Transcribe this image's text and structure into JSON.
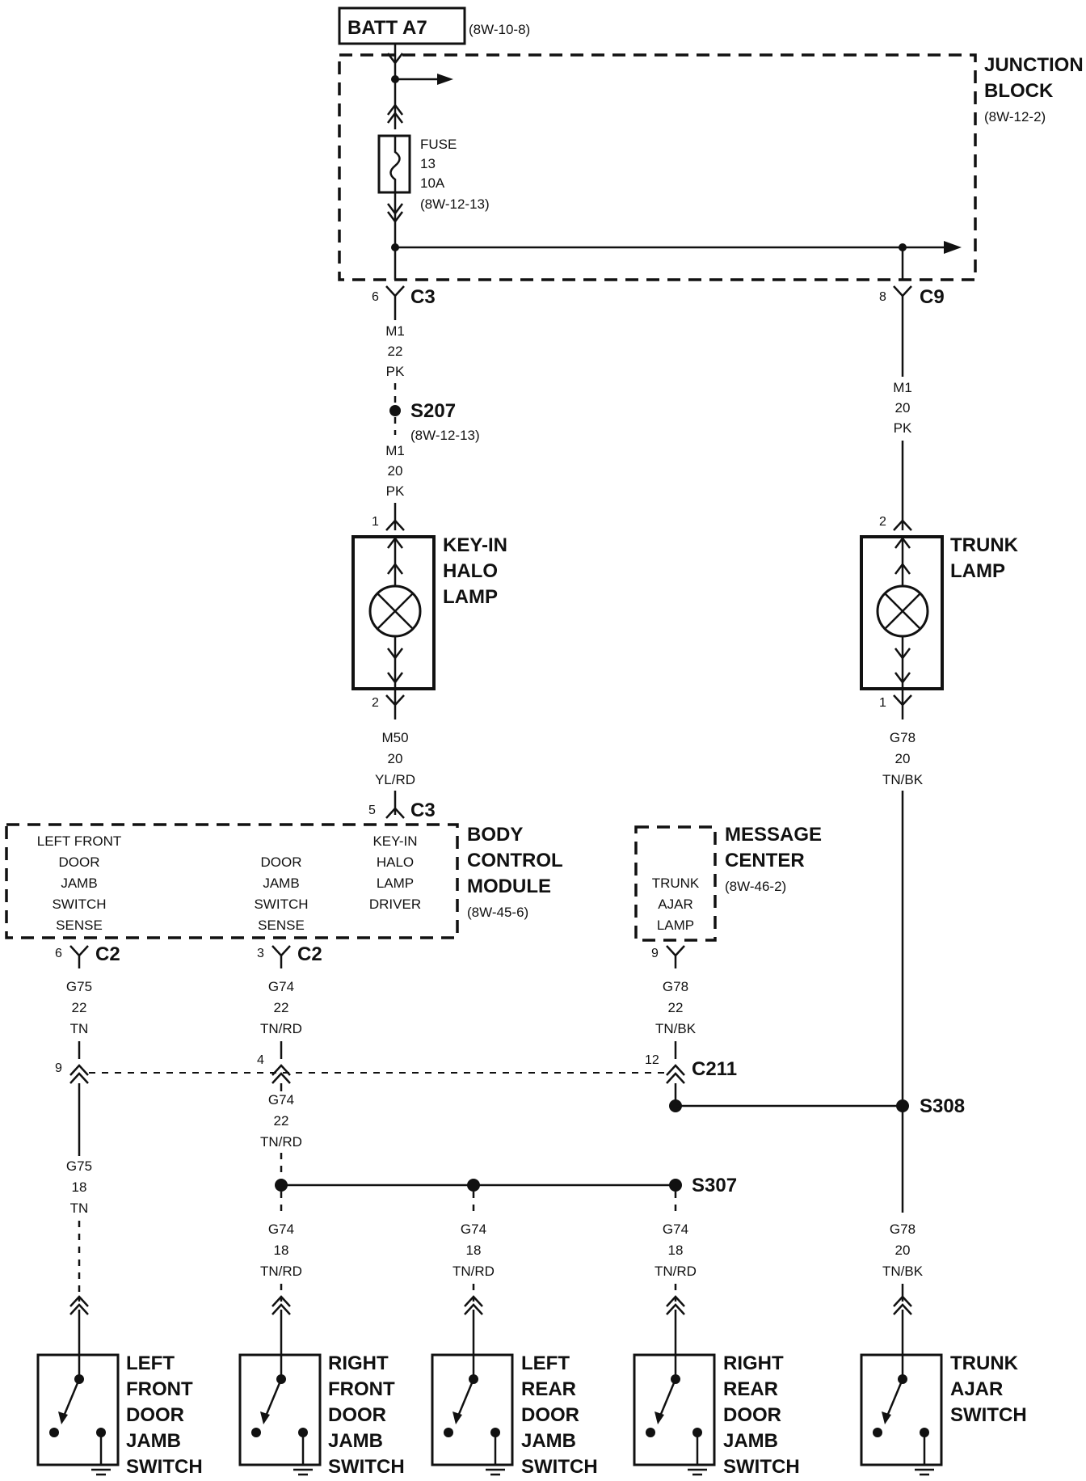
{
  "batt": {
    "label": "BATT A7",
    "ref": "(8W-10-8)"
  },
  "junction_block": {
    "title1": "JUNCTION",
    "title2": "BLOCK",
    "ref": "(8W-12-2)"
  },
  "fuse": {
    "l1": "FUSE",
    "l2": "13",
    "l3": "10A",
    "l4": "(8W-12-13)"
  },
  "c3_top": {
    "pin": "6",
    "name": "C3"
  },
  "c9": {
    "pin": "8",
    "name": "C9"
  },
  "wire_m1_22": {
    "l1": "M1",
    "l2": "22",
    "l3": "PK"
  },
  "s207": {
    "name": "S207",
    "ref": "(8W-12-13)"
  },
  "wire_m1_20_left": {
    "l1": "M1",
    "l2": "20",
    "l3": "PK"
  },
  "wire_m1_20_right": {
    "l1": "M1",
    "l2": "20",
    "l3": "PK"
  },
  "keyin_lamp": {
    "l1": "KEY-IN",
    "l2": "HALO",
    "l3": "LAMP",
    "pin_in": "1",
    "pin_out": "2"
  },
  "trunk_lamp": {
    "l1": "TRUNK",
    "l2": "LAMP",
    "pin_in": "2",
    "pin_out": "1"
  },
  "wire_m50": {
    "l1": "M50",
    "l2": "20",
    "l3": "YL/RD"
  },
  "wire_g78_right_top": {
    "l1": "G78",
    "l2": "20",
    "l3": "TN/BK"
  },
  "c3_bcm": {
    "pin": "5",
    "name": "C3"
  },
  "bcm": {
    "title1": "BODY",
    "title2": "CONTROL",
    "title3": "MODULE",
    "ref": "(8W-45-6)",
    "lf_sense": [
      "LEFT FRONT",
      "DOOR",
      "JAMB",
      "SWITCH",
      "SENSE"
    ],
    "dj_sense": [
      "DOOR",
      "JAMB",
      "SWITCH",
      "SENSE"
    ],
    "driver": [
      "KEY-IN",
      "HALO",
      "LAMP",
      "DRIVER"
    ]
  },
  "message_center": {
    "title1": "MESSAGE",
    "title2": "CENTER",
    "ref": "(8W-46-2)",
    "inner": [
      "TRUNK",
      "AJAR",
      "LAMP"
    ]
  },
  "c2_left": {
    "pin": "6",
    "name": "C2"
  },
  "c2_mid": {
    "pin": "3",
    "name": "C2"
  },
  "mc_pin": {
    "pin": "9"
  },
  "wire_g75_22": {
    "l1": "G75",
    "l2": "22",
    "l3": "TN"
  },
  "wire_g74_22_top": {
    "l1": "G74",
    "l2": "22",
    "l3": "TN/RD"
  },
  "wire_g78_22": {
    "l1": "G78",
    "l2": "22",
    "l3": "TN/BK"
  },
  "c211": {
    "pin_a": "9",
    "pin_b": "4",
    "pin_c": "12",
    "name": "C211"
  },
  "wire_g74_22_bottom": {
    "l1": "G74",
    "l2": "22",
    "l3": "TN/RD"
  },
  "s308": {
    "name": "S308"
  },
  "s307": {
    "name": "S307"
  },
  "wire_g75_18": {
    "l1": "G75",
    "l2": "18",
    "l3": "TN"
  },
  "wire_g74_18_a": {
    "l1": "G74",
    "l2": "18",
    "l3": "TN/RD"
  },
  "wire_g74_18_b": {
    "l1": "G74",
    "l2": "18",
    "l3": "TN/RD"
  },
  "wire_g74_18_c": {
    "l1": "G74",
    "l2": "18",
    "l3": "TN/RD"
  },
  "wire_g78_20_bottom": {
    "l1": "G78",
    "l2": "20",
    "l3": "TN/BK"
  },
  "switches": {
    "lf": [
      "LEFT",
      "FRONT",
      "DOOR",
      "JAMB",
      "SWITCH"
    ],
    "rf": [
      "RIGHT",
      "FRONT",
      "DOOR",
      "JAMB",
      "SWITCH"
    ],
    "lr": [
      "LEFT",
      "REAR",
      "DOOR",
      "JAMB",
      "SWITCH"
    ],
    "rr": [
      "RIGHT",
      "REAR",
      "DOOR",
      "JAMB",
      "SWITCH"
    ],
    "ta": [
      "TRUNK",
      "AJAR",
      "SWITCH"
    ]
  }
}
